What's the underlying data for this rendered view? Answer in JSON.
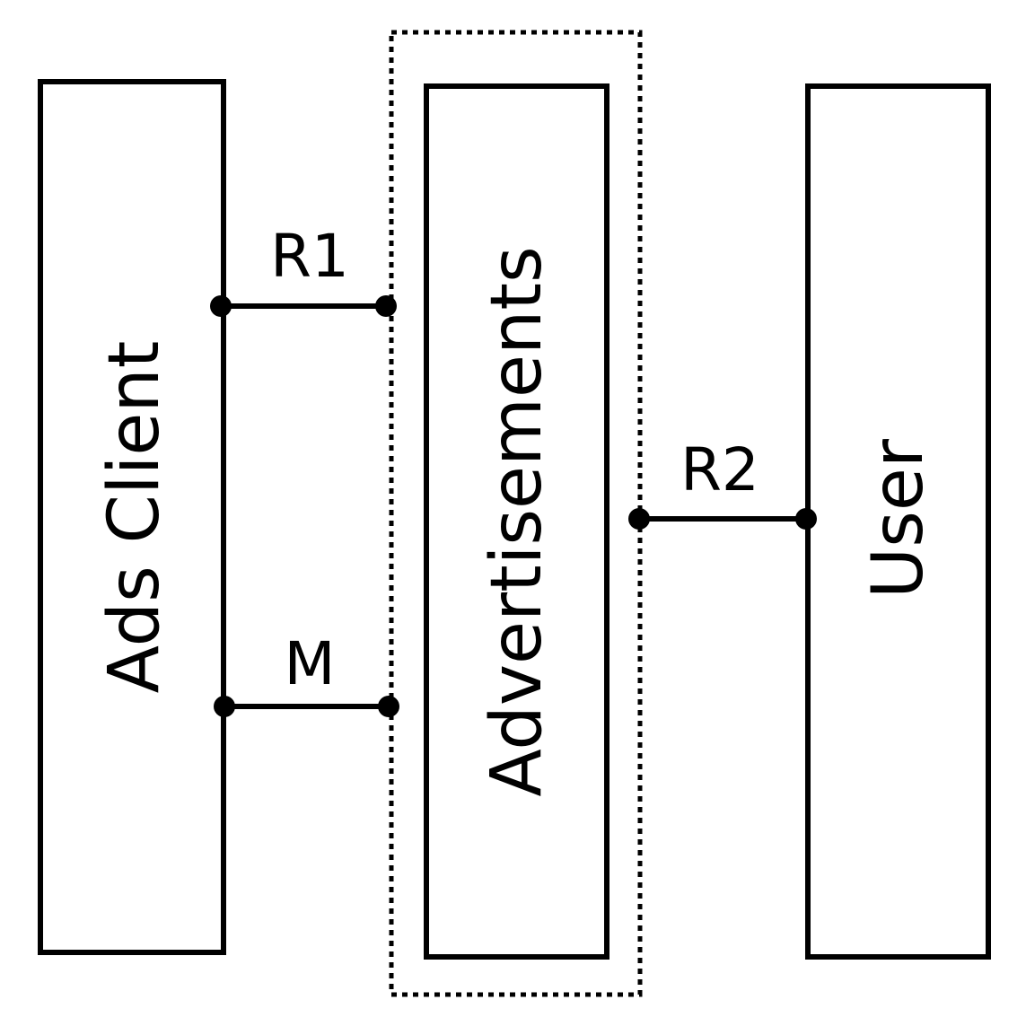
{
  "components": {
    "ads_client": {
      "label": "Ads Client"
    },
    "advertisements": {
      "label": "Advertisements"
    },
    "user": {
      "label": "User"
    }
  },
  "interfaces": {
    "r1": {
      "label": "R1"
    },
    "m": {
      "label": "M"
    },
    "r2": {
      "label": "R2"
    }
  }
}
